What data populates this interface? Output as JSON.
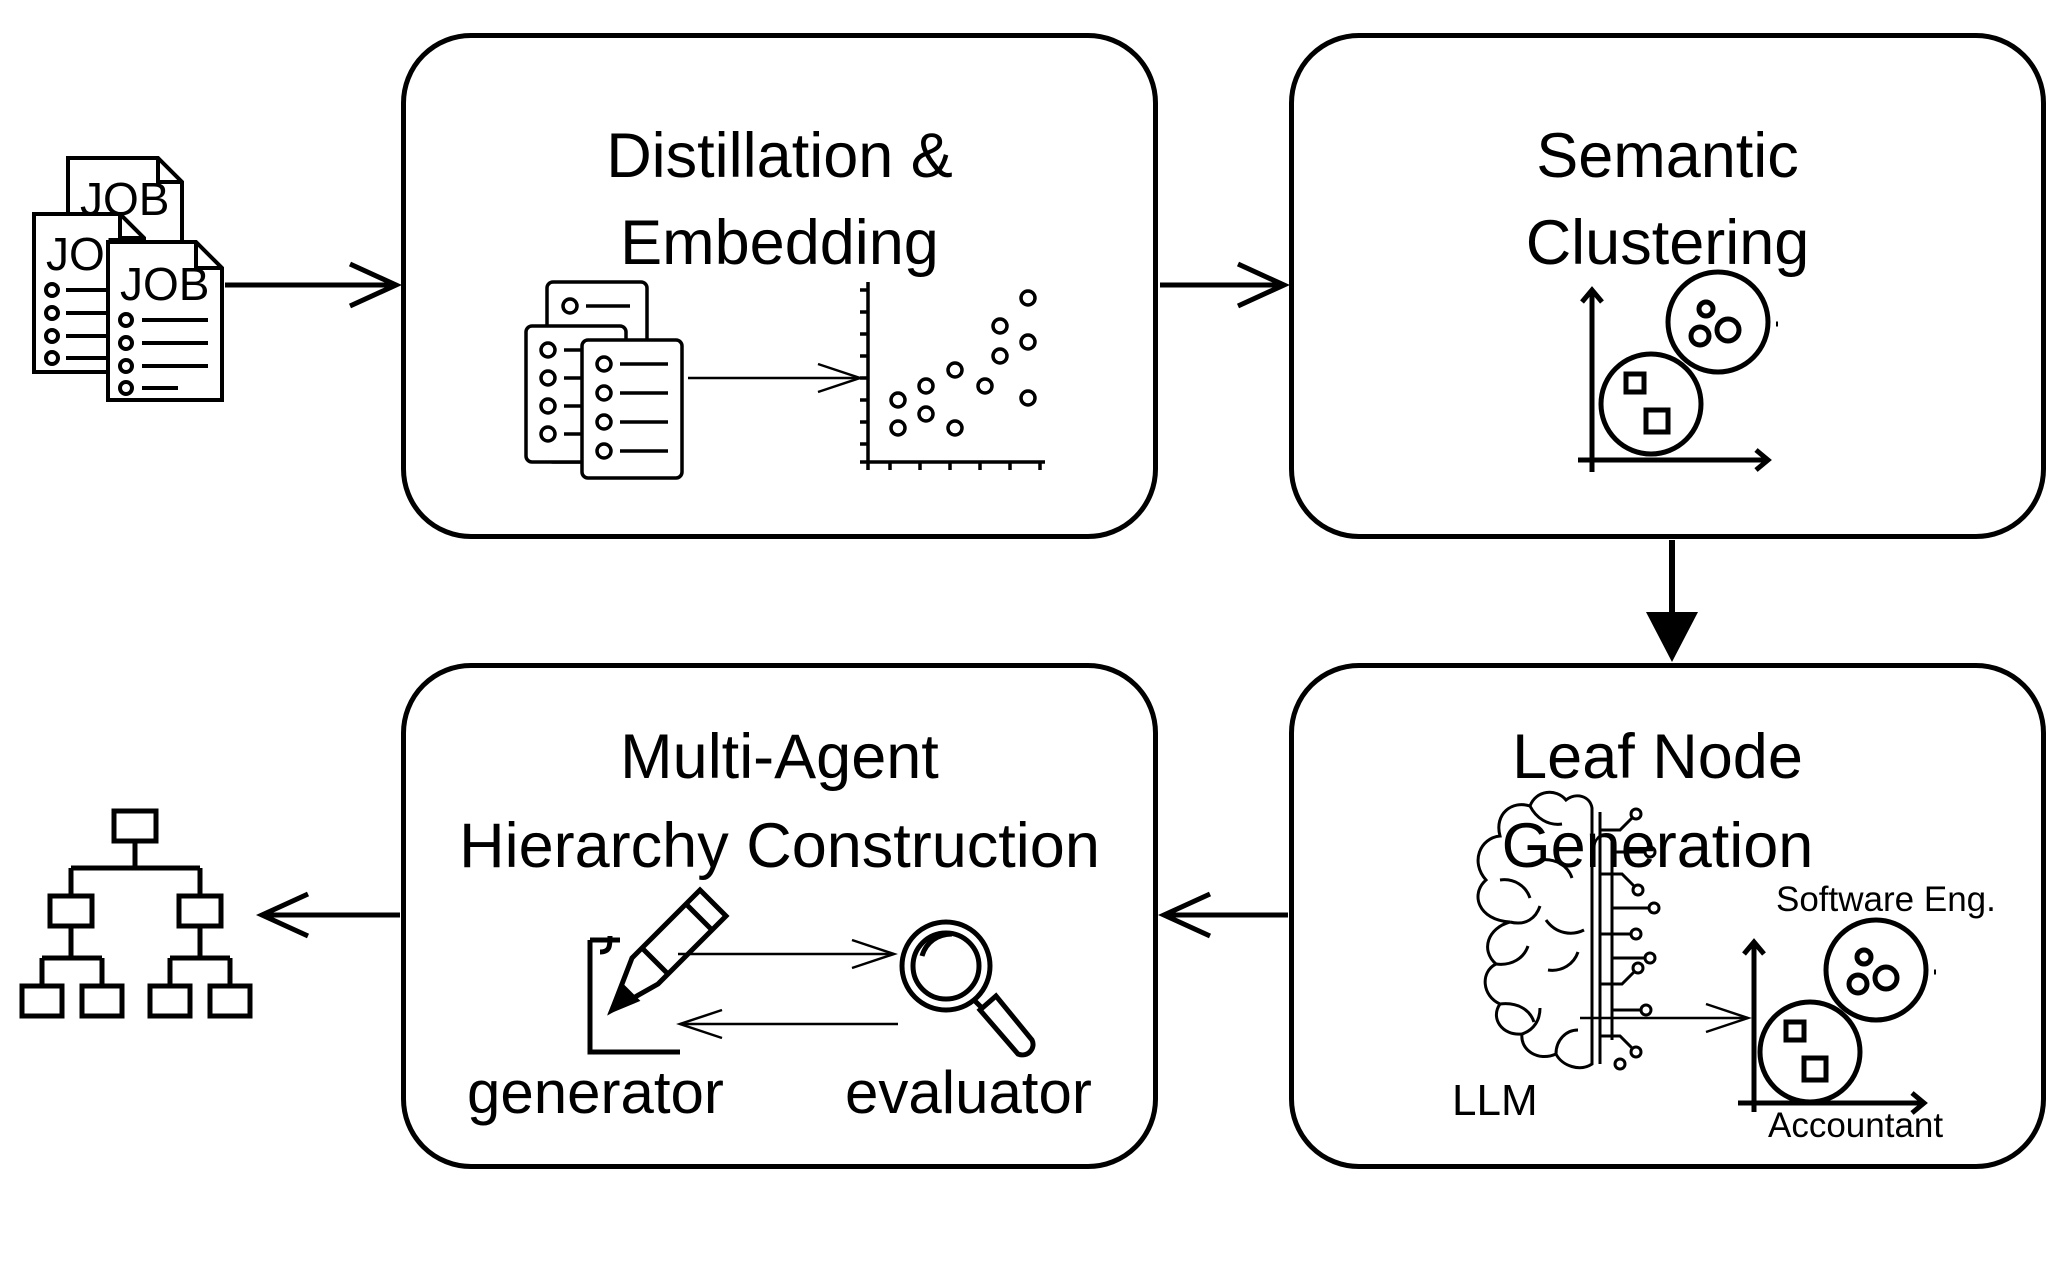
{
  "stages": {
    "distill": {
      "title_line1": "Distillation &",
      "title_line2": "Embedding"
    },
    "cluster": {
      "title_line1": "Semantic",
      "title_line2": "Clustering"
    },
    "leaf": {
      "title_line1": "Leaf Node",
      "title_line2": "Generation",
      "llm_label": "LLM",
      "cluster_label_top": "Software Eng.",
      "cluster_label_bottom": "Accountant"
    },
    "multi": {
      "title_line1": "Multi-Agent",
      "title_line2": "Hierarchy Construction",
      "generator_label": "generator",
      "evaluator_label": "evaluator"
    }
  },
  "input_docs": {
    "doc_label": "JOB"
  },
  "icons": {
    "input": "job-documents-icon",
    "output": "hierarchy-tree-icon",
    "embed_docs": "documents-list-icon",
    "embed_plot": "scatter-plot-icon",
    "cluster": "cluster-chart-icon",
    "llm": "brain-circuit-icon",
    "generator": "pencil-edit-icon",
    "evaluator": "magnifier-icon"
  }
}
